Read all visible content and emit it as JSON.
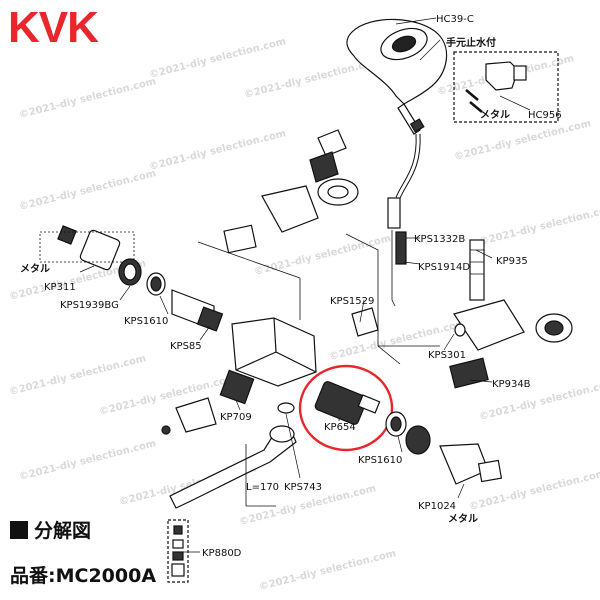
{
  "brand": "KVK",
  "section_title": "分解図",
  "model_line": "品番:MC2000A",
  "highlight_color": "#e8262b",
  "brand_color": "#e8262b",
  "watermark": "©2021-diy selection.com",
  "callouts": {
    "hc39c": "HC39-C",
    "hand_stop": "手元止水付",
    "metal_hc956": "メタル",
    "hc956": "HC956",
    "kps1332b": "KPS1332B",
    "kps1914d": "KPS1914D",
    "kp935": "KP935",
    "metal_kp311": "メタル",
    "kp311": "KP311",
    "kps1939bg": "KPS1939BG",
    "kps1610_left": "KPS1610",
    "kps1529": "KPS1529",
    "kps85": "KPS85",
    "kps301": "KPS301",
    "kp934b": "KP934B",
    "kp709": "KP709",
    "kp654": "KP654",
    "kps1610_right": "KPS1610",
    "kps743": "KPS743",
    "length": "L=170",
    "kp1024": "KP1024",
    "metal_kp1024": "メタル",
    "kp880d": "KP880D"
  }
}
